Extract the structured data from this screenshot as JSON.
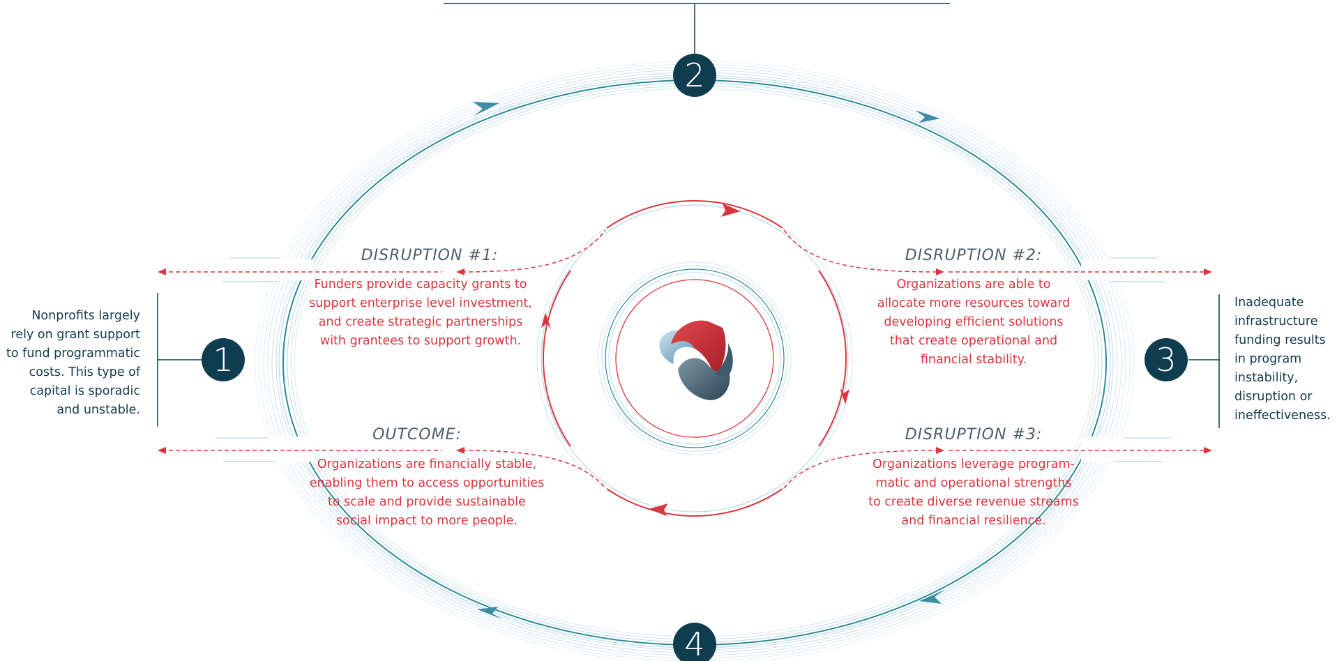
{
  "colors": {
    "dark_teal": "#0f3d4f",
    "teal": "#2b8a9a",
    "arrow_teal": "#3d8ea6",
    "light_blue": "#b8d9ea",
    "red": "#d9363e",
    "title_gray": "#4b5f6d"
  },
  "nodes": [
    {
      "label": "1"
    },
    {
      "label": "2"
    },
    {
      "label": "3"
    },
    {
      "label": "4"
    }
  ],
  "left_note": [
    "Nonprofits largely",
    "rely on grant support",
    "to fund programmatic",
    "costs. This type of",
    "capital is sporadic",
    "and unstable."
  ],
  "right_note": [
    "Inadequate",
    "infrastructure",
    "funding results",
    "in  program",
    "instability,",
    "disruption or",
    "ineffectiveness."
  ],
  "disruption1": {
    "title": "DISRUPTION #1:",
    "lines": [
      "Funders provide capacity grants to",
      "support enterprise level investment,",
      "and create strategic partnerships",
      "with grantees to support growth."
    ]
  },
  "disruption2": {
    "title": "DISRUPTION #2:",
    "lines": [
      "Organizations are able to",
      "allocate more resources toward",
      "developing efficient solutions",
      "that create operational and",
      "financial stability."
    ]
  },
  "disruption3": {
    "title": "DISRUPTION #3:",
    "lines": [
      "Organizations leverage program-",
      "matic and operational strengths",
      "to create diverse revenue streams",
      "and financial resilience."
    ]
  },
  "outcome": {
    "title": "OUTCOME:",
    "lines": [
      "Organizations are financially stable,",
      "enabling them to access opportunities",
      "to scale and provide sustainable",
      "social  impact to more people."
    ]
  },
  "center_logo_icon": "triple-ribbon-logo-icon"
}
